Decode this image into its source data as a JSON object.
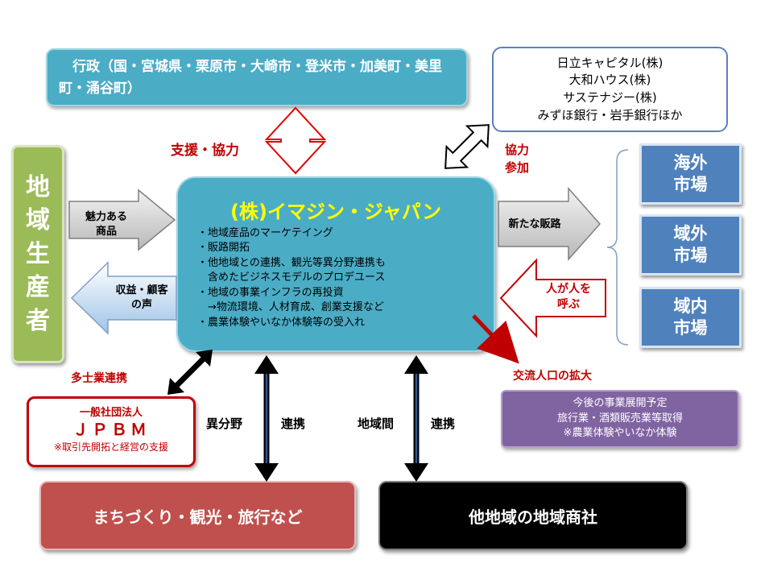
{
  "government": {
    "text": "　行政（国・宮城県・栗原市・大崎市・登米市・加美町・美里町・涌谷町）"
  },
  "partners": {
    "lines": [
      "日立キャピタル(株)",
      "大和ハウス(株)",
      "サステナジー(株)",
      "みずほ銀行・岩手銀行ほか"
    ]
  },
  "producers": {
    "label": "地\n域\n生\n産\n者"
  },
  "center": {
    "title": "(株)イマジン・ジャパン",
    "items": [
      "・地域産品のマーケテイング",
      "・販路開拓",
      "・他地域との連携、観光等異分野連携も",
      "　含めたビジネスモデルのプロデユース",
      "・地域の事業インフラの再投資",
      "　→物流環境、人材育成、創業支援など",
      "・農業体験やいなか体験等の受入れ"
    ]
  },
  "labels": {
    "support": "支援・協力",
    "cooperate_join": "協力\n参加",
    "attractive_products": "魅力ある\n商品",
    "profit_voice": "収益・顧客\nの声",
    "new_channels": "新たな販路",
    "people_call": "人が人を\n呼ぶ",
    "exchange_population": "交流人口の拡大",
    "multi_professional": "多士業連携",
    "cross_field_a": "異分野",
    "cross_field_b": "連携",
    "inter_region_a": "地域間",
    "inter_region_b": "連携"
  },
  "markets": [
    {
      "label": "海外\n市場"
    },
    {
      "label": "域外\n市場"
    },
    {
      "label": "域内\n市場"
    }
  ],
  "jpbm": {
    "line1": "一般社団法人",
    "line2": "ＪＰＢＭ",
    "line3": "※取引先開拓と経営の支援"
  },
  "future": {
    "lines": [
      "今後の事業展開予定",
      "旅行業・酒類販売業等取得",
      "※農業体験やいなか体験"
    ]
  },
  "bottom": {
    "town": "まちづくり・観光・旅行など",
    "regional": "他地域の地域商社"
  },
  "colors": {
    "teal": "#4bacc6",
    "blue": "#4f81bd",
    "green": "#9bbb59",
    "purple": "#8064a2",
    "bottom_red": "#c0504d",
    "jpbm_border": "#c00000",
    "label_red": "#c00000",
    "center_title": "#ffff00"
  },
  "icons": {
    "support_arrow": "double-headed-vertical-arrow",
    "partner_arrow": "double-headed-diagonal-arrow",
    "link_arrow": "double-headed-vertical-arrow",
    "expansion_arrow": "diagonal-red-arrow"
  }
}
